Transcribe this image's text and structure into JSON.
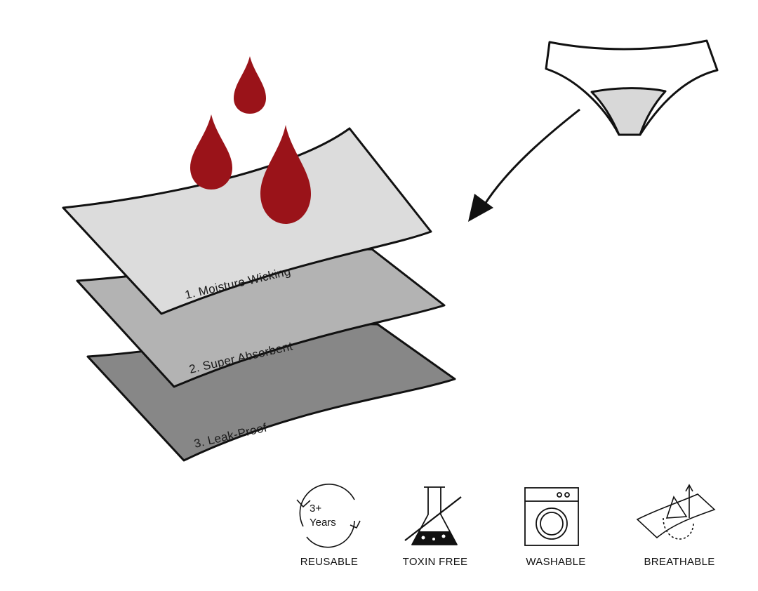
{
  "layers": [
    {
      "label": "1. Moisture Wicking",
      "color": "#dcdcdc"
    },
    {
      "label": "2. Super Absorbent",
      "color": "#b3b3b3"
    },
    {
      "label": "3. Leak-Proof",
      "color": "#878787"
    }
  ],
  "drop_color": "#9a1319",
  "features": [
    {
      "label": "REUSABLE",
      "icon": "recycle-arrows-icon",
      "icon_text_line1": "3+",
      "icon_text_line2": "Years"
    },
    {
      "label": "TOXIN FREE",
      "icon": "crossed-flask-icon"
    },
    {
      "label": "WASHABLE",
      "icon": "washing-machine-icon"
    },
    {
      "label": "BREATHABLE",
      "icon": "air-flow-fabric-icon"
    }
  ]
}
